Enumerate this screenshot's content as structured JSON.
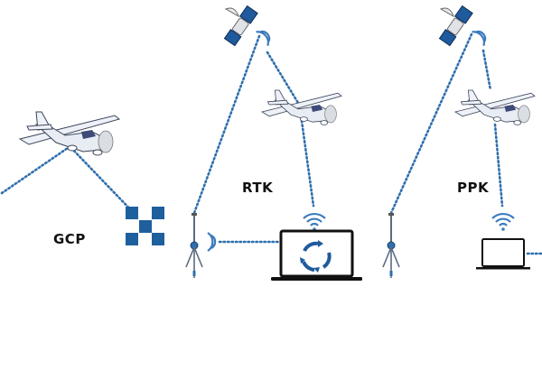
{
  "labels": {
    "gcp": "GCP",
    "rtk": "RTK",
    "ppk": "PPK"
  },
  "colors": {
    "signal": "#2f6fad",
    "gcp_target": "#1e5f9e",
    "panel": "#1f5a9c",
    "laptop": "#111111"
  },
  "icons": [
    "airplane-icon",
    "satellite-icon",
    "gcp-target-icon",
    "gnss-tripod-icon",
    "laptop-icon",
    "sync-icon",
    "wifi-icon",
    "radio-waves-icon"
  ]
}
